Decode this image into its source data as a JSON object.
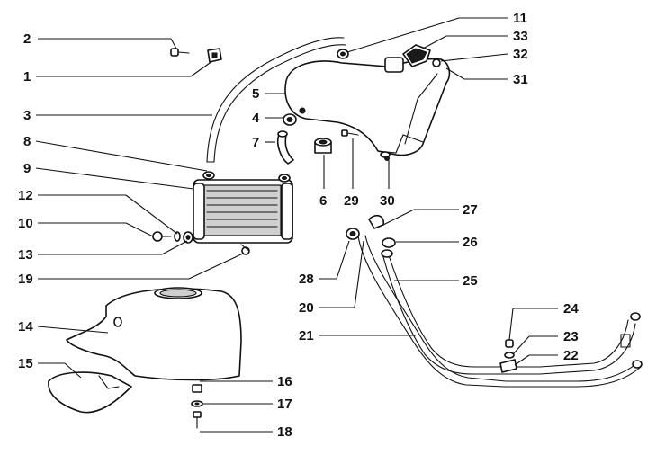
{
  "diagram": {
    "callouts": [
      {
        "id": "c2",
        "label": "2"
      },
      {
        "id": "c1",
        "label": "1"
      },
      {
        "id": "c3",
        "label": "3"
      },
      {
        "id": "c8",
        "label": "8"
      },
      {
        "id": "c9",
        "label": "9"
      },
      {
        "id": "c12",
        "label": "12"
      },
      {
        "id": "c10",
        "label": "10"
      },
      {
        "id": "c13",
        "label": "13"
      },
      {
        "id": "c19",
        "label": "19"
      },
      {
        "id": "c14",
        "label": "14"
      },
      {
        "id": "c15",
        "label": "15"
      },
      {
        "id": "c11",
        "label": "11"
      },
      {
        "id": "c33",
        "label": "33"
      },
      {
        "id": "c32",
        "label": "32"
      },
      {
        "id": "c31",
        "label": "31"
      },
      {
        "id": "c5",
        "label": "5"
      },
      {
        "id": "c4",
        "label": "4"
      },
      {
        "id": "c7",
        "label": "7"
      },
      {
        "id": "c6",
        "label": "6"
      },
      {
        "id": "c29",
        "label": "29"
      },
      {
        "id": "c30",
        "label": "30"
      },
      {
        "id": "c27",
        "label": "27"
      },
      {
        "id": "c26",
        "label": "26"
      },
      {
        "id": "c25",
        "label": "25"
      },
      {
        "id": "c28",
        "label": "28"
      },
      {
        "id": "c20",
        "label": "20"
      },
      {
        "id": "c21",
        "label": "21"
      },
      {
        "id": "c24",
        "label": "24"
      },
      {
        "id": "c23",
        "label": "23"
      },
      {
        "id": "c22",
        "label": "22"
      },
      {
        "id": "c16",
        "label": "16"
      },
      {
        "id": "c17",
        "label": "17"
      },
      {
        "id": "c18",
        "label": "18"
      }
    ]
  }
}
